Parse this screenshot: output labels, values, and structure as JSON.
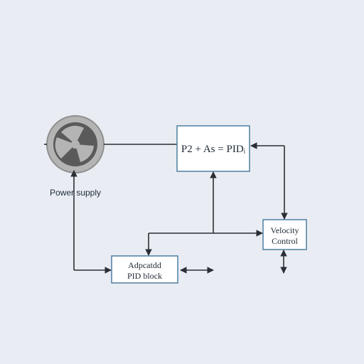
{
  "diagram": {
    "power_supply_label": "Power supply",
    "pid_formula_label": "P2 + As = PIDᵢ",
    "velocity_control_label": {
      "line1": "Velocity",
      "line2": "Control"
    },
    "adaptive_pid_label": {
      "line1": "Adpcatdd",
      "line2": "PID block"
    },
    "colors": {
      "background": "#e9edf3",
      "box_fill": "#ffffff",
      "box_stroke": "#4e7fa3",
      "line": "#2b2f35",
      "fan_outer": "#b4b4b4",
      "fan_inner": "#5a5a5a"
    },
    "icons": {
      "power_supply": "fan-icon"
    }
  }
}
